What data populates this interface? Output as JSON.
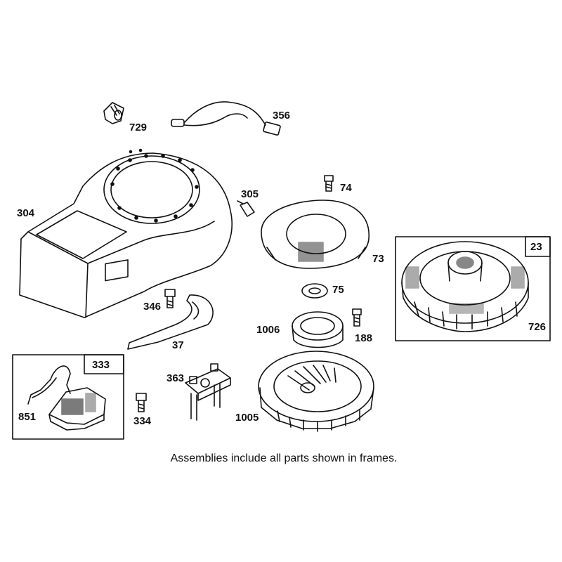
{
  "parts": {
    "p729": "729",
    "p356": "356",
    "p304": "304",
    "p305": "305",
    "p74": "74",
    "p73": "73",
    "p75": "75",
    "p346": "346",
    "p37": "37",
    "p1006": "1006",
    "p188": "188",
    "p333": "333",
    "p851": "851",
    "p363": "363",
    "p334": "334",
    "p1005": "1005",
    "p23": "23",
    "p726": "726"
  },
  "caption": "Assemblies include all parts shown in frames.",
  "colors": {
    "ink": "#111111",
    "paper": "#ffffff"
  }
}
